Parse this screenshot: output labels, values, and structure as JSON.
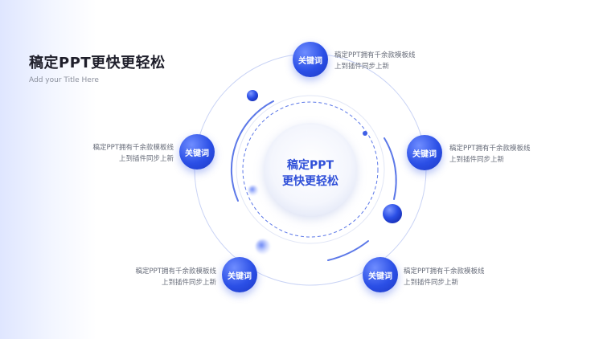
{
  "title": "稿定PPT更快更轻松",
  "subtitle": "Add your Title Here",
  "center": {
    "line1": "稿定PPT",
    "line2": "更快更轻松"
  },
  "colors": {
    "accent": "#2b4fe6",
    "ring": "#c9d3f5",
    "text": "#1e1e2a"
  },
  "nodes": [
    {
      "label": "关键词",
      "desc1": "稿定PPT拥有千余款模板线",
      "desc2": "上到插件同步上新"
    },
    {
      "label": "关键词",
      "desc1": "稿定PPT拥有千余款模板线",
      "desc2": "上到插件同步上新"
    },
    {
      "label": "关键词",
      "desc1": "稿定PPT拥有千余款模板线",
      "desc2": "上到插件同步上新"
    },
    {
      "label": "关键词",
      "desc1": "稿定PPT拥有千余款模板线",
      "desc2": "上到插件同步上新"
    },
    {
      "label": "关键词",
      "desc1": "稿定PPT拥有千余款模板线",
      "desc2": "上到插件同步上新"
    }
  ]
}
